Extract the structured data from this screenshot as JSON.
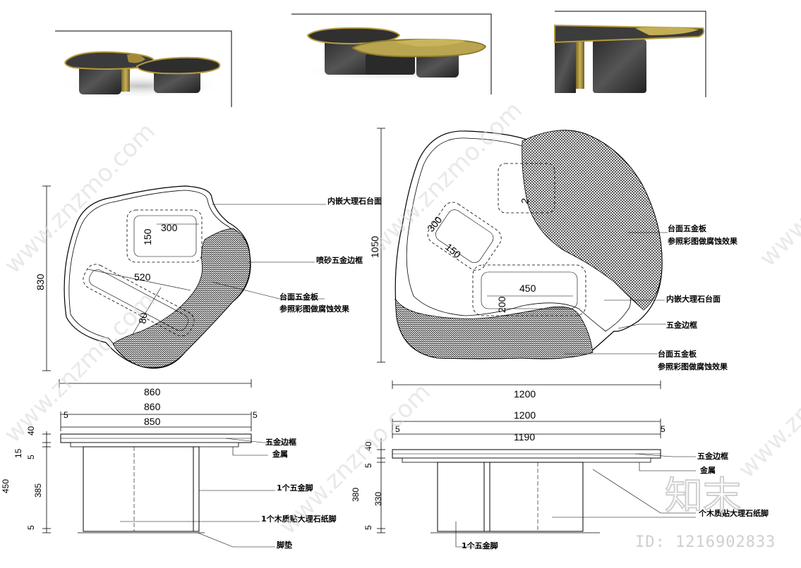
{
  "watermark": {
    "site": "www.znzmo.com",
    "brand_logo": "知末",
    "id_text": "ID: 1216902833"
  },
  "colors": {
    "line": "#000000",
    "marble_dark": "#3a3a3a",
    "gold": "#b8a24a",
    "background": "#ffffff"
  },
  "plan_small": {
    "labels": {
      "inlay": "内嵌大理石台面",
      "frame": "喷砂五金边框",
      "plate_1": "台面五金板",
      "plate_2": "参照彩图做腐蚀效果"
    },
    "dims": {
      "width": "860",
      "height": "830",
      "slot1_w": "300",
      "slot1_h": "150",
      "slot2_w": "520",
      "slot2_h": "80"
    }
  },
  "plan_large": {
    "labels": {
      "plate_1": "台面五金板",
      "plate_2": "参照彩图做腐蚀效果",
      "inlay": "内嵌大理石台面",
      "frame": "五金边框",
      "bottom_1": "台面五金板",
      "bottom_2": "参照彩图做腐蚀效果"
    },
    "dims": {
      "width": "1200",
      "height": "1050",
      "slot1_w": "300",
      "slot1_h": "150",
      "slot2_w": "450",
      "slot2_h": "200",
      "slot3": "2"
    }
  },
  "elev_small": {
    "labels": {
      "frame": "五金边框",
      "metal": "金属",
      "leg_metal": "1个五金脚",
      "leg_wood": "1个木质贴大理石纸脚",
      "pad": "脚垫"
    },
    "dims": {
      "total_w": "860",
      "inner_w": "850",
      "edge_l": "5",
      "edge_r": "5",
      "h40": "40",
      "h15": "15",
      "h5a": "5",
      "h385": "385",
      "h5b": "5",
      "h450": "450"
    }
  },
  "elev_large": {
    "labels": {
      "frame": "五金边框",
      "metal": "金属",
      "leg_wood": "个木质贴大理石纸脚",
      "leg_metal": "1个五金脚"
    },
    "dims": {
      "total_w": "1200",
      "inner_w": "1190",
      "edge_l": "5",
      "edge_r": "5",
      "h40": "40",
      "h5a": "5",
      "h330": "330",
      "h380": "380",
      "h5b": "5"
    }
  }
}
